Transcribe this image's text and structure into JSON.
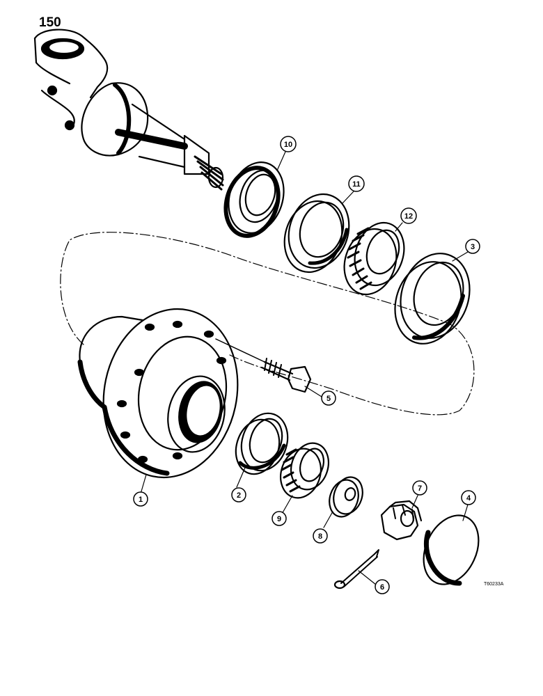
{
  "page_number": "150",
  "figure_code": "T60233A",
  "callouts": [
    {
      "id": "callout-1",
      "label": "1"
    },
    {
      "id": "callout-2",
      "label": "2"
    },
    {
      "id": "callout-3",
      "label": "3"
    },
    {
      "id": "callout-4",
      "label": "4"
    },
    {
      "id": "callout-5",
      "label": "5"
    },
    {
      "id": "callout-6",
      "label": "6"
    },
    {
      "id": "callout-7",
      "label": "7"
    },
    {
      "id": "callout-8",
      "label": "8"
    },
    {
      "id": "callout-9",
      "label": "9"
    },
    {
      "id": "callout-10",
      "label": "10"
    },
    {
      "id": "callout-11",
      "label": "11"
    },
    {
      "id": "callout-12",
      "label": "12"
    }
  ]
}
